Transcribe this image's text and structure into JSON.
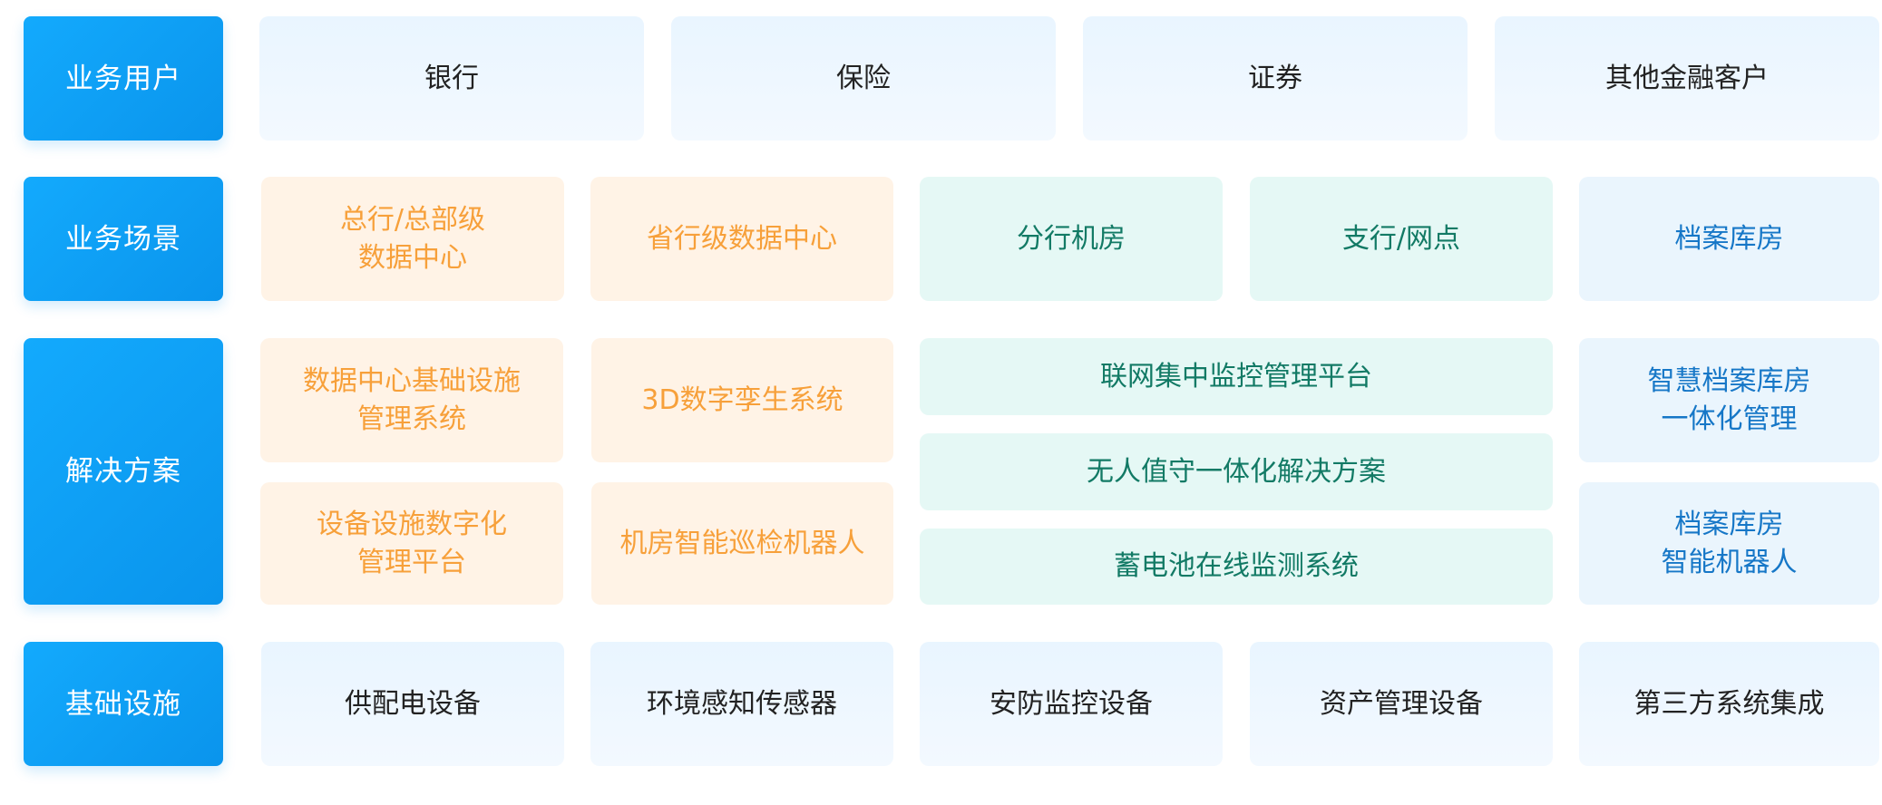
{
  "rows": {
    "users": {
      "label": "业务用户",
      "items": [
        "银行",
        "保险",
        "证券",
        "其他金融客户"
      ]
    },
    "scenes": {
      "label": "业务场景",
      "items": [
        {
          "lines": [
            "总行/总部级",
            "数据中心"
          ]
        },
        {
          "lines": [
            "省行级数据中心"
          ]
        },
        {
          "lines": [
            "分行机房"
          ]
        },
        {
          "lines": [
            "支行/网点"
          ]
        },
        {
          "lines": [
            "档案库房"
          ]
        }
      ]
    },
    "solutions": {
      "label": "解决方案",
      "items": [
        {
          "lines": [
            "数据中心基础设施",
            "管理系统"
          ]
        },
        {
          "lines": [
            "3D数字孪生系统"
          ]
        },
        {
          "lines": [
            "设备设施数字化",
            "管理平台"
          ]
        },
        {
          "lines": [
            "机房智能巡检机器人"
          ]
        },
        {
          "lines": [
            "联网集中监控管理平台"
          ]
        },
        {
          "lines": [
            "无人值守一体化解决方案"
          ]
        },
        {
          "lines": [
            "蓄电池在线监测系统"
          ]
        },
        {
          "lines": [
            "智慧档案库房",
            "一体化管理"
          ]
        },
        {
          "lines": [
            "档案库房",
            "智能机器人"
          ]
        }
      ]
    },
    "infra": {
      "label": "基础设施",
      "items": [
        "供配电设备",
        "环境感知传感器",
        "安防监控设备",
        "资产管理设备",
        "第三方系统集成"
      ]
    }
  },
  "colors": {
    "label_bg": "#0a9cf2",
    "orange_text": "#f7a03a",
    "green_text": "#127a65",
    "blue_text": "#1677c7"
  }
}
